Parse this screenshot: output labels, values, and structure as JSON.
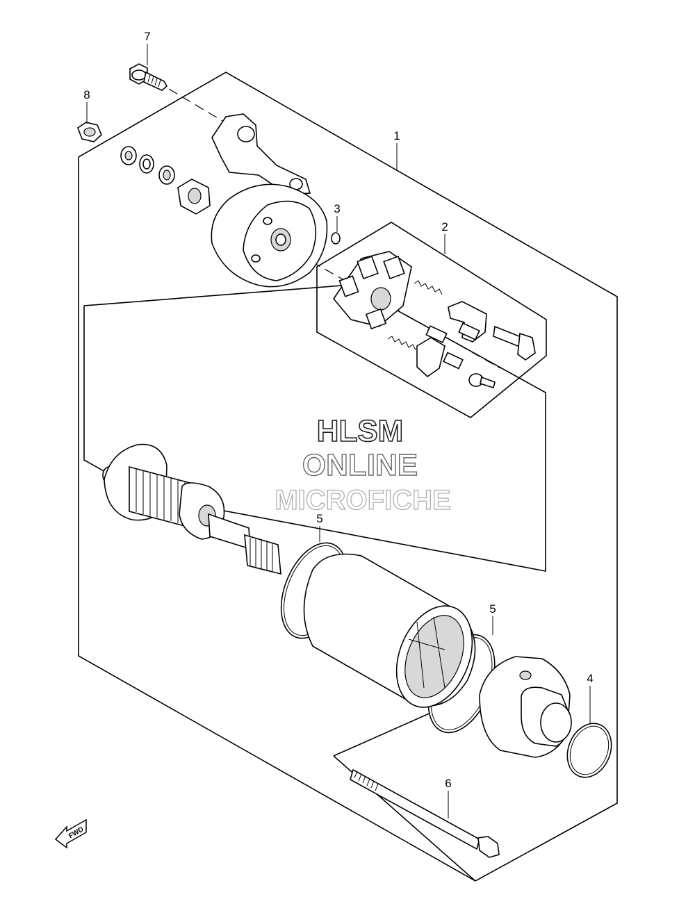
{
  "callouts": [
    "1",
    "2",
    "3",
    "4",
    "5",
    "5",
    "6",
    "7",
    "8"
  ],
  "fwd_label": "FWD",
  "watermark": {
    "line1": "HLSM",
    "line2": "ONLINE",
    "line3": "MICROFICHE"
  },
  "colors": {
    "line": "#000000",
    "background": "#ffffff"
  }
}
